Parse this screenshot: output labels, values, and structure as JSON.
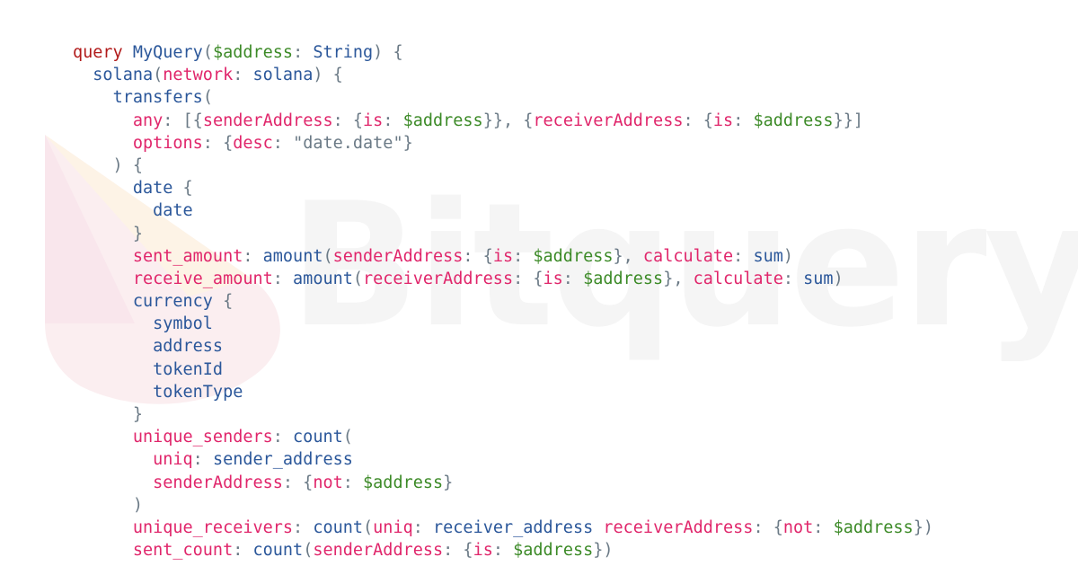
{
  "watermark": {
    "text": "Bitquery"
  },
  "code": {
    "lines": [
      [
        [
          "kw",
          "query"
        ],
        [
          "st",
          " "
        ],
        [
          "nm",
          "MyQuery"
        ],
        [
          "st",
          "("
        ],
        [
          "vr",
          "$address"
        ],
        [
          "st",
          ": "
        ],
        [
          "nm",
          "String"
        ],
        [
          "st",
          ") {"
        ]
      ],
      [
        [
          "st",
          "  "
        ],
        [
          "nm",
          "solana"
        ],
        [
          "st",
          "("
        ],
        [
          "ag",
          "network"
        ],
        [
          "st",
          ": "
        ],
        [
          "nm",
          "solana"
        ],
        [
          "st",
          ") {"
        ]
      ],
      [
        [
          "st",
          "    "
        ],
        [
          "nm",
          "transfers"
        ],
        [
          "st",
          "("
        ]
      ],
      [
        [
          "st",
          "      "
        ],
        [
          "ag",
          "any"
        ],
        [
          "st",
          ": [{"
        ],
        [
          "ag",
          "senderAddress"
        ],
        [
          "st",
          ": {"
        ],
        [
          "ag",
          "is"
        ],
        [
          "st",
          ": "
        ],
        [
          "vr",
          "$address"
        ],
        [
          "st",
          "}}, {"
        ],
        [
          "ag",
          "receiverAddress"
        ],
        [
          "st",
          ": {"
        ],
        [
          "ag",
          "is"
        ],
        [
          "st",
          ": "
        ],
        [
          "vr",
          "$address"
        ],
        [
          "st",
          "}}]"
        ]
      ],
      [
        [
          "st",
          "      "
        ],
        [
          "ag",
          "options"
        ],
        [
          "st",
          ": {"
        ],
        [
          "ag",
          "desc"
        ],
        [
          "st",
          ": "
        ],
        [
          "st",
          "\"date.date\""
        ],
        [
          "st",
          "}"
        ]
      ],
      [
        [
          "st",
          "    ) {"
        ]
      ],
      [
        [
          "st",
          "      "
        ],
        [
          "nm",
          "date"
        ],
        [
          "st",
          " {"
        ]
      ],
      [
        [
          "st",
          "        "
        ],
        [
          "nm",
          "date"
        ]
      ],
      [
        [
          "st",
          "      }"
        ]
      ],
      [
        [
          "st",
          "      "
        ],
        [
          "ag",
          "sent_amount"
        ],
        [
          "st",
          ": "
        ],
        [
          "nm",
          "amount"
        ],
        [
          "st",
          "("
        ],
        [
          "ag",
          "senderAddress"
        ],
        [
          "st",
          ": {"
        ],
        [
          "ag",
          "is"
        ],
        [
          "st",
          ": "
        ],
        [
          "vr",
          "$address"
        ],
        [
          "st",
          "}, "
        ],
        [
          "ag",
          "calculate"
        ],
        [
          "st",
          ": "
        ],
        [
          "nm",
          "sum"
        ],
        [
          "st",
          ")"
        ]
      ],
      [
        [
          "st",
          "      "
        ],
        [
          "ag",
          "receive_amount"
        ],
        [
          "st",
          ": "
        ],
        [
          "nm",
          "amount"
        ],
        [
          "st",
          "("
        ],
        [
          "ag",
          "receiverAddress"
        ],
        [
          "st",
          ": {"
        ],
        [
          "ag",
          "is"
        ],
        [
          "st",
          ": "
        ],
        [
          "vr",
          "$address"
        ],
        [
          "st",
          "}, "
        ],
        [
          "ag",
          "calculate"
        ],
        [
          "st",
          ": "
        ],
        [
          "nm",
          "sum"
        ],
        [
          "st",
          ")"
        ]
      ],
      [
        [
          "st",
          "      "
        ],
        [
          "nm",
          "currency"
        ],
        [
          "st",
          " {"
        ]
      ],
      [
        [
          "st",
          "        "
        ],
        [
          "nm",
          "symbol"
        ]
      ],
      [
        [
          "st",
          "        "
        ],
        [
          "nm",
          "address"
        ]
      ],
      [
        [
          "st",
          "        "
        ],
        [
          "nm",
          "tokenId"
        ]
      ],
      [
        [
          "st",
          "        "
        ],
        [
          "nm",
          "tokenType"
        ]
      ],
      [
        [
          "st",
          "      }"
        ]
      ],
      [
        [
          "st",
          "      "
        ],
        [
          "ag",
          "unique_senders"
        ],
        [
          "st",
          ": "
        ],
        [
          "nm",
          "count"
        ],
        [
          "st",
          "("
        ]
      ],
      [
        [
          "st",
          "        "
        ],
        [
          "ag",
          "uniq"
        ],
        [
          "st",
          ": "
        ],
        [
          "nm",
          "sender_address"
        ]
      ],
      [
        [
          "st",
          "        "
        ],
        [
          "ag",
          "senderAddress"
        ],
        [
          "st",
          ": {"
        ],
        [
          "ag",
          "not"
        ],
        [
          "st",
          ": "
        ],
        [
          "vr",
          "$address"
        ],
        [
          "st",
          "}"
        ]
      ],
      [
        [
          "st",
          "      )"
        ]
      ],
      [
        [
          "st",
          "      "
        ],
        [
          "ag",
          "unique_receivers"
        ],
        [
          "st",
          ": "
        ],
        [
          "nm",
          "count"
        ],
        [
          "st",
          "("
        ],
        [
          "ag",
          "uniq"
        ],
        [
          "st",
          ": "
        ],
        [
          "nm",
          "receiver_address"
        ],
        [
          "st",
          " "
        ],
        [
          "ag",
          "receiverAddress"
        ],
        [
          "st",
          ": {"
        ],
        [
          "ag",
          "not"
        ],
        [
          "st",
          ": "
        ],
        [
          "vr",
          "$address"
        ],
        [
          "st",
          "})"
        ]
      ],
      [
        [
          "st",
          "      "
        ],
        [
          "ag",
          "sent_count"
        ],
        [
          "st",
          ": "
        ],
        [
          "nm",
          "count"
        ],
        [
          "st",
          "("
        ],
        [
          "ag",
          "senderAddress"
        ],
        [
          "st",
          ": {"
        ],
        [
          "ag",
          "is"
        ],
        [
          "st",
          ": "
        ],
        [
          "vr",
          "$address"
        ],
        [
          "st",
          "})"
        ]
      ]
    ]
  }
}
